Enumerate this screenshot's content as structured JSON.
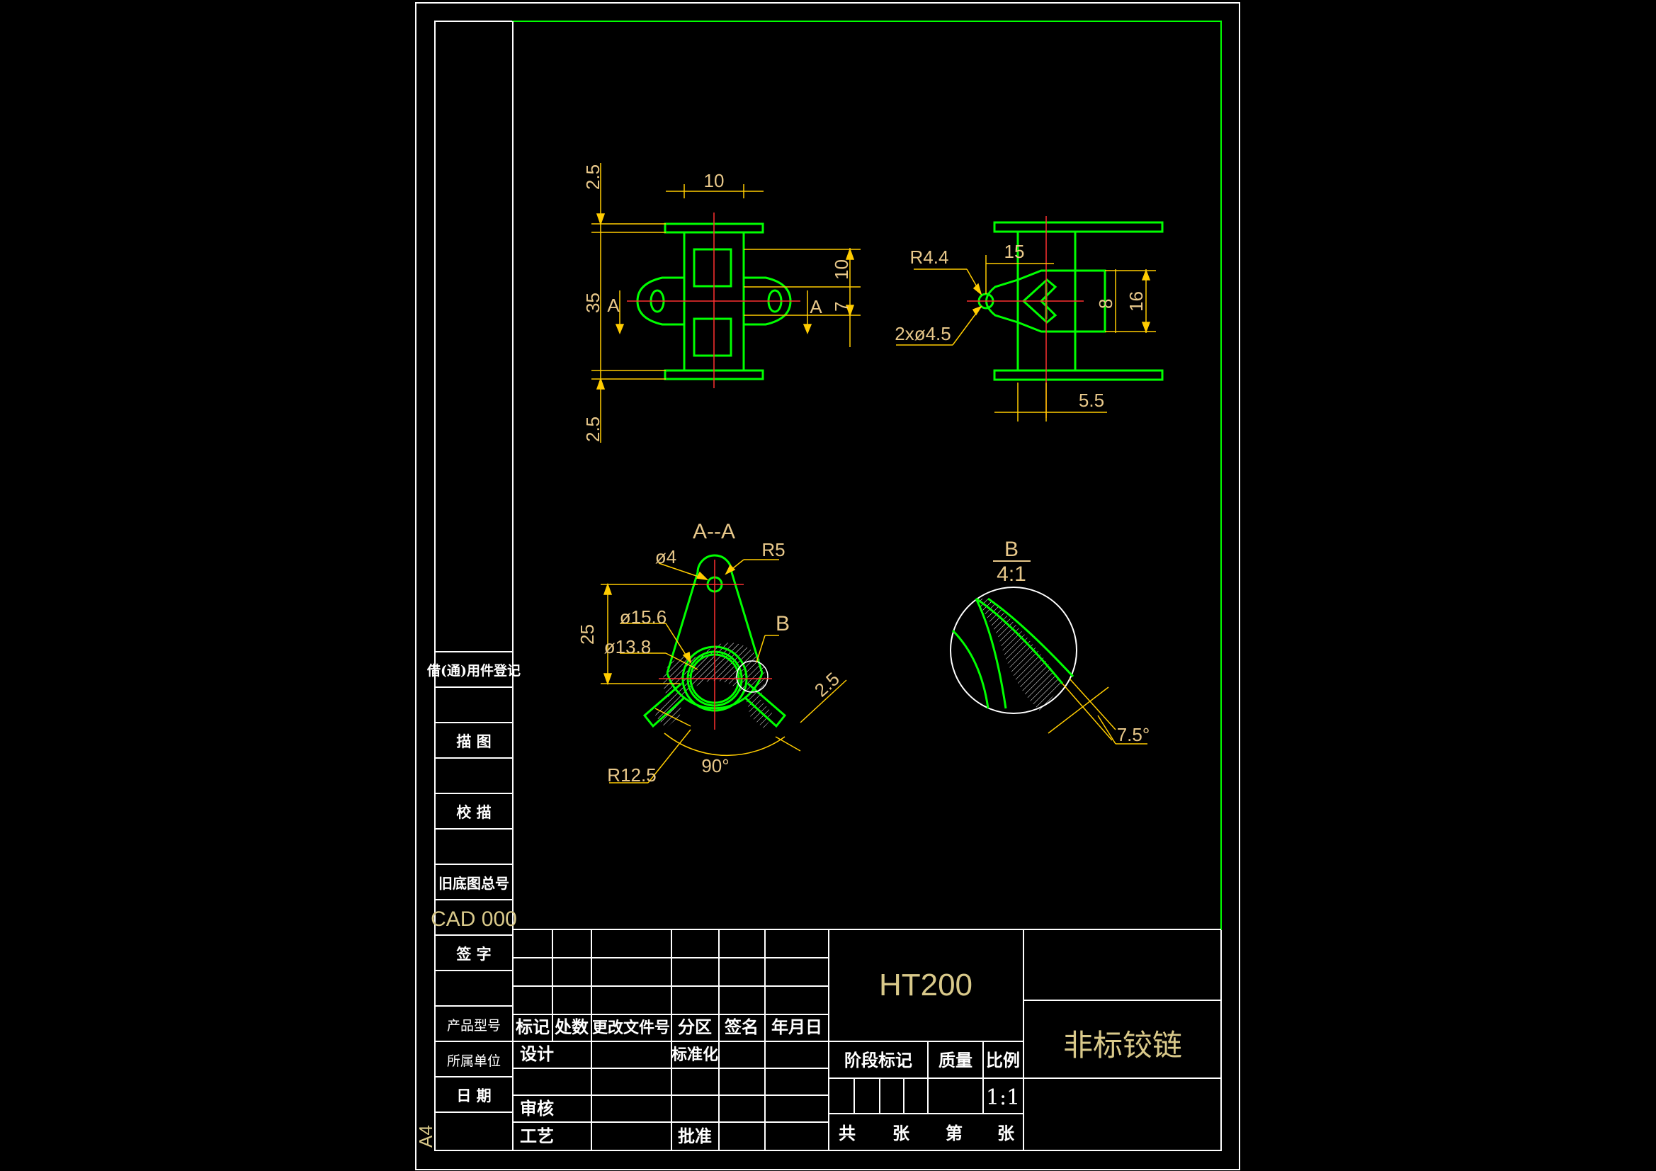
{
  "colors": {
    "background": "#000000",
    "outline": "#00ff00",
    "frame": "#ffffff",
    "dimension": "#ffcc00",
    "dimension_text": "#e8c88a",
    "centerline": "#ff3030",
    "hatch": "#ffffff",
    "title_text": "#d9c98a"
  },
  "side_panel": {
    "borrow_register": "借(通)用件登记",
    "tracing": "描  图",
    "trace_check": "校  描",
    "old_drawing_no": "旧底图总号",
    "old_drawing_no_value": "CAD 000",
    "signature": "签  字",
    "product_model": "产品型号",
    "unit": "所属单位",
    "date": "日  期",
    "paper_size": "A4"
  },
  "title_block": {
    "material": "HT200",
    "part_name": "非标铰链",
    "headers": [
      "标记",
      "处数",
      "更改文件号",
      "分区",
      "签名",
      "年月日"
    ],
    "design": "设计",
    "standardization": "标准化",
    "review": "审核",
    "process": "工艺",
    "approve": "批准",
    "stage_mark": "阶段标记",
    "mass": "质量",
    "scale": "比例",
    "scale_value": "1:1",
    "sheets_total": "共",
    "sheets_unit1": "张",
    "sheet_no": "第",
    "sheets_unit2": "张"
  },
  "front_view": {
    "dim_top_width": "10",
    "dim_top_flange": "2.5",
    "dim_height": "35",
    "dim_bottom_flange": "2.5",
    "dim_right_upper": "10",
    "dim_right_lower": "7",
    "section_mark_left": "A",
    "section_mark_right": "A"
  },
  "side_view": {
    "radius": "R4.4",
    "offset": "15",
    "holes": "2xø4.5",
    "inner_height": "8",
    "outer_height": "16",
    "bottom_offset": "5.5"
  },
  "section_view": {
    "title": "A--A",
    "hole_dia": "ø4",
    "tip_radius": "R5",
    "height": "25",
    "outer_dia": "ø15.6",
    "inner_dia": "ø13.8",
    "detail_mark": "B",
    "thickness": "2.5",
    "arc_radius": "R12.5",
    "angle": "90°"
  },
  "detail_view": {
    "label": "B",
    "scale": "4:1",
    "angle": "7.5°"
  }
}
